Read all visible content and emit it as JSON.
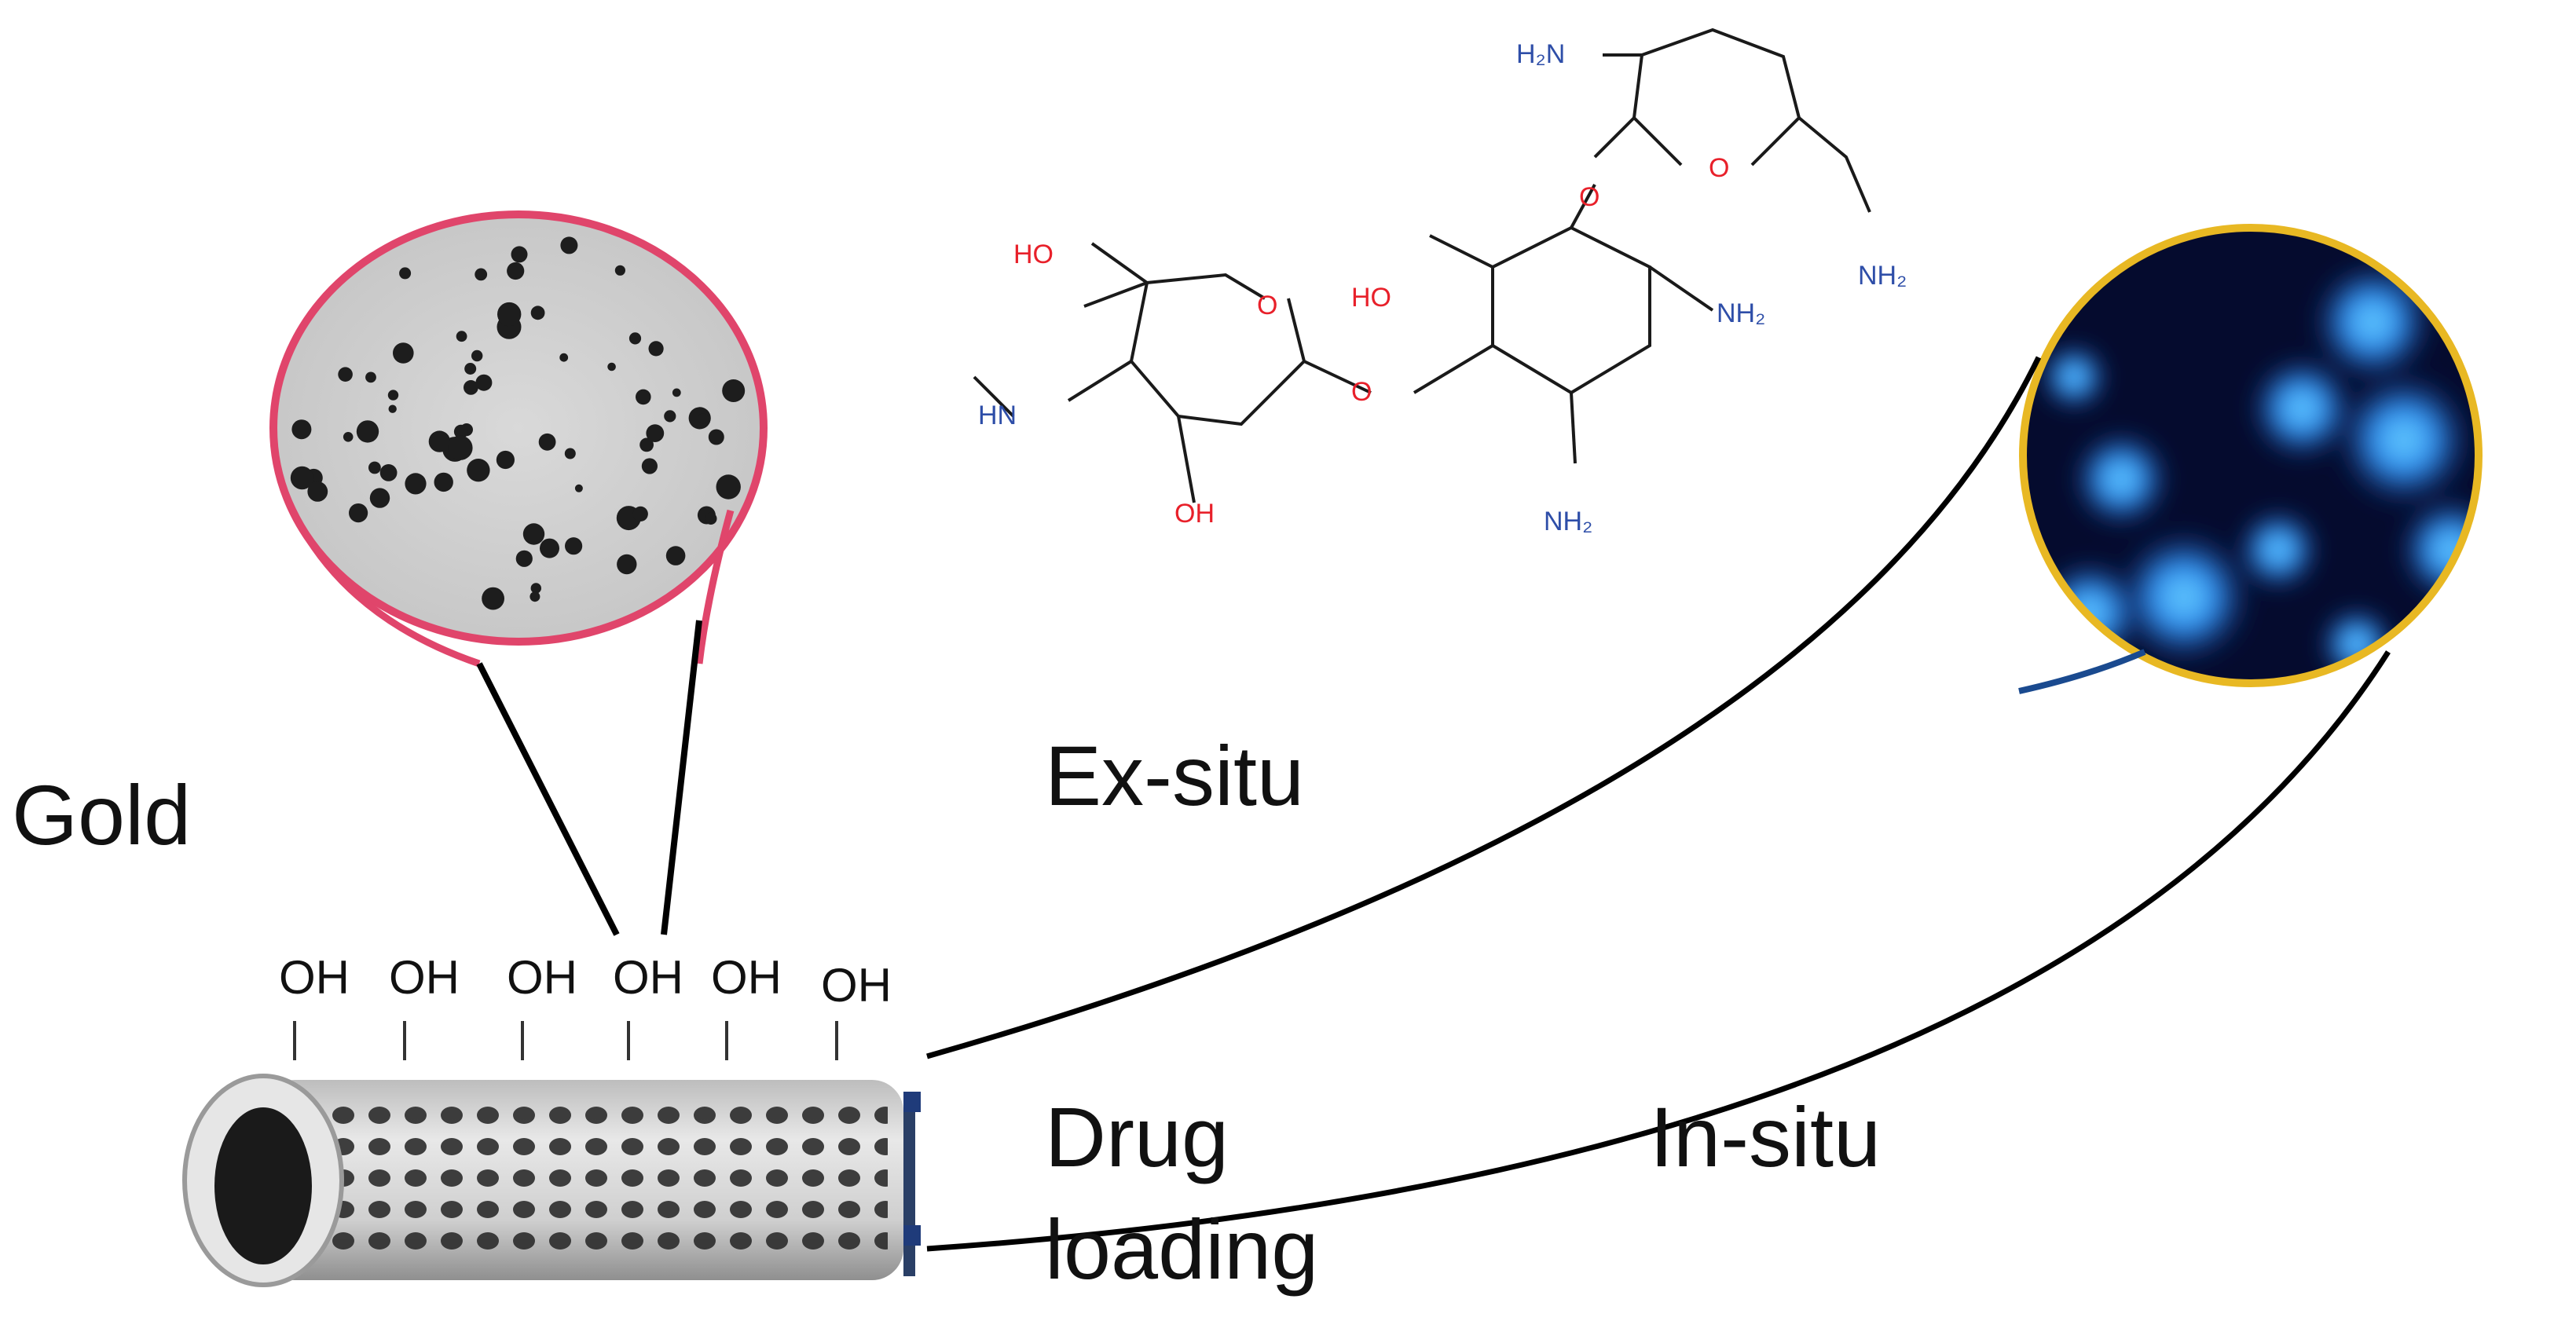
{
  "labels": {
    "gold": "Gold",
    "ex_situ": "Ex-situ",
    "in_situ": "In-situ",
    "drug_line1": "Drug",
    "drug_line2": "loading"
  },
  "hydroxyls": [
    "OH",
    "OH",
    "OH",
    "OH",
    "OH",
    "OH"
  ],
  "molecule": {
    "atoms": {
      "nh2_a": "H₂N",
      "o_ring_top": "O",
      "o_link_top": "O",
      "nh2_ch2": "NH₂",
      "ho_left": "HO",
      "o_ring_left": "O",
      "ho_mid": "HO",
      "nh2_right": "NH₂",
      "hn": "HN",
      "o_link_mid": "O",
      "oh_bottom": "OH",
      "nh2_bottom": "NH₂"
    }
  },
  "colors": {
    "gold_circle": "#e0456b",
    "insitu_circle": "#e8b823",
    "heteroatom_o": "#e8202a",
    "heteroatom_n": "#2e4ea8",
    "fluorescence": "#39a8ff"
  }
}
